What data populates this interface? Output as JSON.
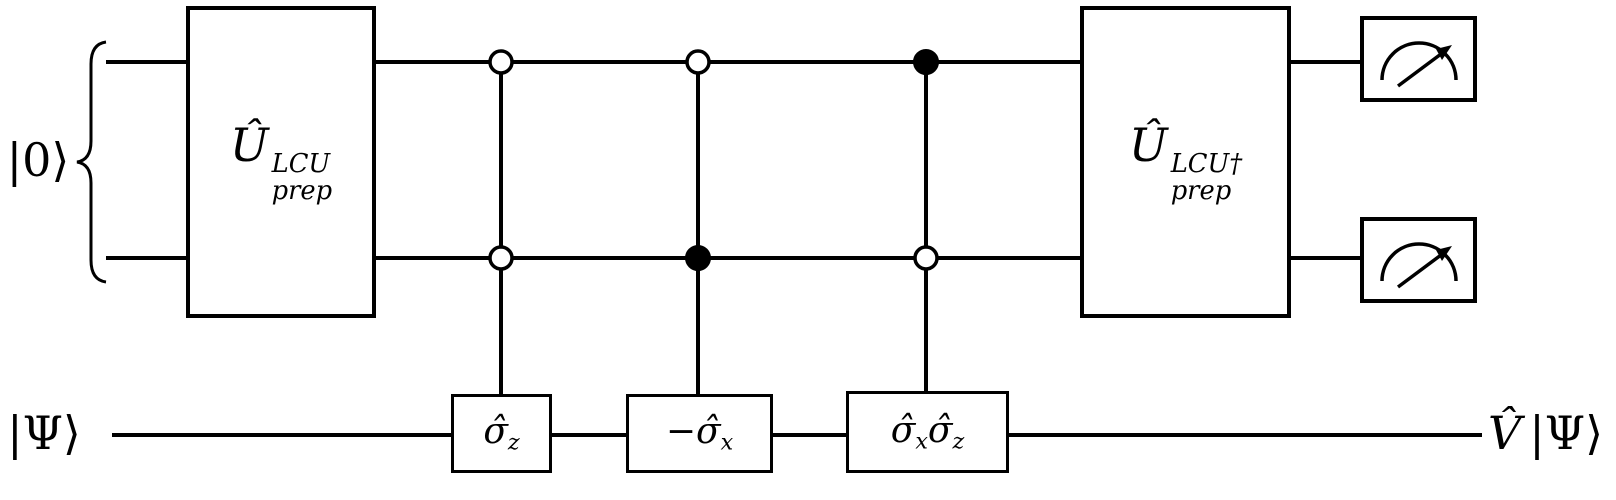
{
  "colors": {
    "ink": "#000000",
    "background": "#ffffff"
  },
  "labels": {
    "ancilla_input": "|0⟩",
    "system_input": "|Ψ⟩",
    "output_operator": "V̂",
    "output_ket": "|Ψ⟩"
  },
  "gates": {
    "prep": {
      "base": "Û",
      "sup": "LCU",
      "sub": "prep"
    },
    "unprep": {
      "base": "Û",
      "sup": "LCU†",
      "sub": "prep"
    },
    "sigma_z": {
      "base": "σ̂",
      "sub": "z"
    },
    "minus_sigma_x": {
      "base": "−σ̂",
      "sub": "x"
    },
    "sigma_x_sigma_z": {
      "base1": "σ̂",
      "sub1": "x",
      "base2": "σ̂",
      "sub2": "z"
    }
  },
  "controls": [
    {
      "top": "open-circle",
      "bottom": "open-circle",
      "target": "sigma_z"
    },
    {
      "top": "open-circle",
      "bottom": "filled-circle",
      "target": "minus_sigma_x"
    },
    {
      "top": "filled-circle",
      "bottom": "open-circle",
      "target": "sigma_x_sigma_z"
    }
  ],
  "icons": {
    "measurement": "meter-icon",
    "open_control": "open-circle",
    "filled_control": "filled-circle",
    "group_brace": "curly-brace"
  },
  "measurements": {
    "count": 2
  }
}
